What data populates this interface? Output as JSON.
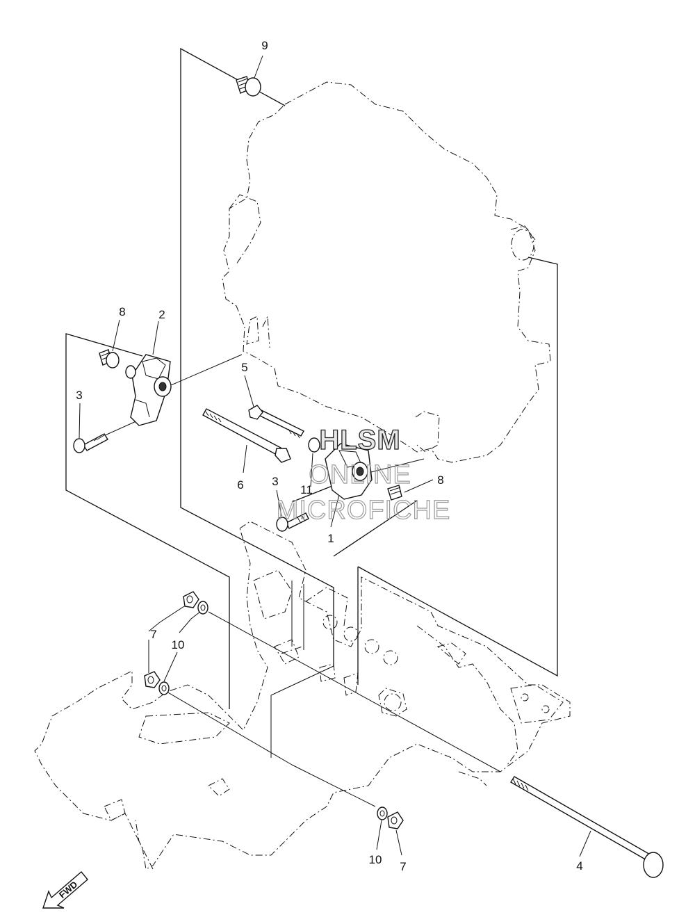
{
  "watermark": {
    "line1": "HLSM",
    "line2": "ONLINE",
    "line3": "MICROFICHE"
  },
  "fwd_label": "FWD",
  "callouts": [
    {
      "id": "callout-9",
      "label": "9"
    },
    {
      "id": "callout-8-left",
      "label": "8"
    },
    {
      "id": "callout-2",
      "label": "2"
    },
    {
      "id": "callout-3-left",
      "label": "3"
    },
    {
      "id": "callout-5",
      "label": "5"
    },
    {
      "id": "callout-6",
      "label": "6"
    },
    {
      "id": "callout-11",
      "label": "11"
    },
    {
      "id": "callout-8-right",
      "label": "8"
    },
    {
      "id": "callout-3-center",
      "label": "3"
    },
    {
      "id": "callout-1",
      "label": "1"
    },
    {
      "id": "callout-7-top",
      "label": "7"
    },
    {
      "id": "callout-10-top",
      "label": "10"
    },
    {
      "id": "callout-10-bottom",
      "label": "10"
    },
    {
      "id": "callout-7-bottom",
      "label": "7"
    },
    {
      "id": "callout-4",
      "label": "4"
    }
  ]
}
